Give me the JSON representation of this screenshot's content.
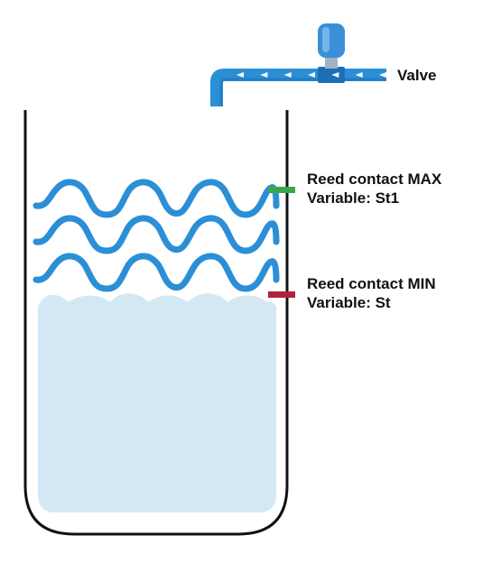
{
  "labels": {
    "valve": "Valve",
    "reed_max": {
      "title": "Reed contact MAX",
      "variable": "Variable: St1"
    },
    "reed_min": {
      "title": "Reed contact MIN",
      "variable": "Variable: St"
    }
  },
  "colors": {
    "tank_outline": "#111111",
    "water_fill": "#d4e8f4",
    "wave_blue": "#2b8fd6",
    "pipe_blue": "#2b8fd6",
    "pipe_dark": "#1b6fb8",
    "flow_arrow": "#ffffff",
    "valve_body": "#3a8fd8",
    "sensor_max": "#3aa84a",
    "sensor_min": "#b0213f"
  },
  "icons": {
    "valve": "solenoid-valve-icon",
    "flow": "flow-arrow-icon"
  },
  "flow_arrow_count": 7
}
